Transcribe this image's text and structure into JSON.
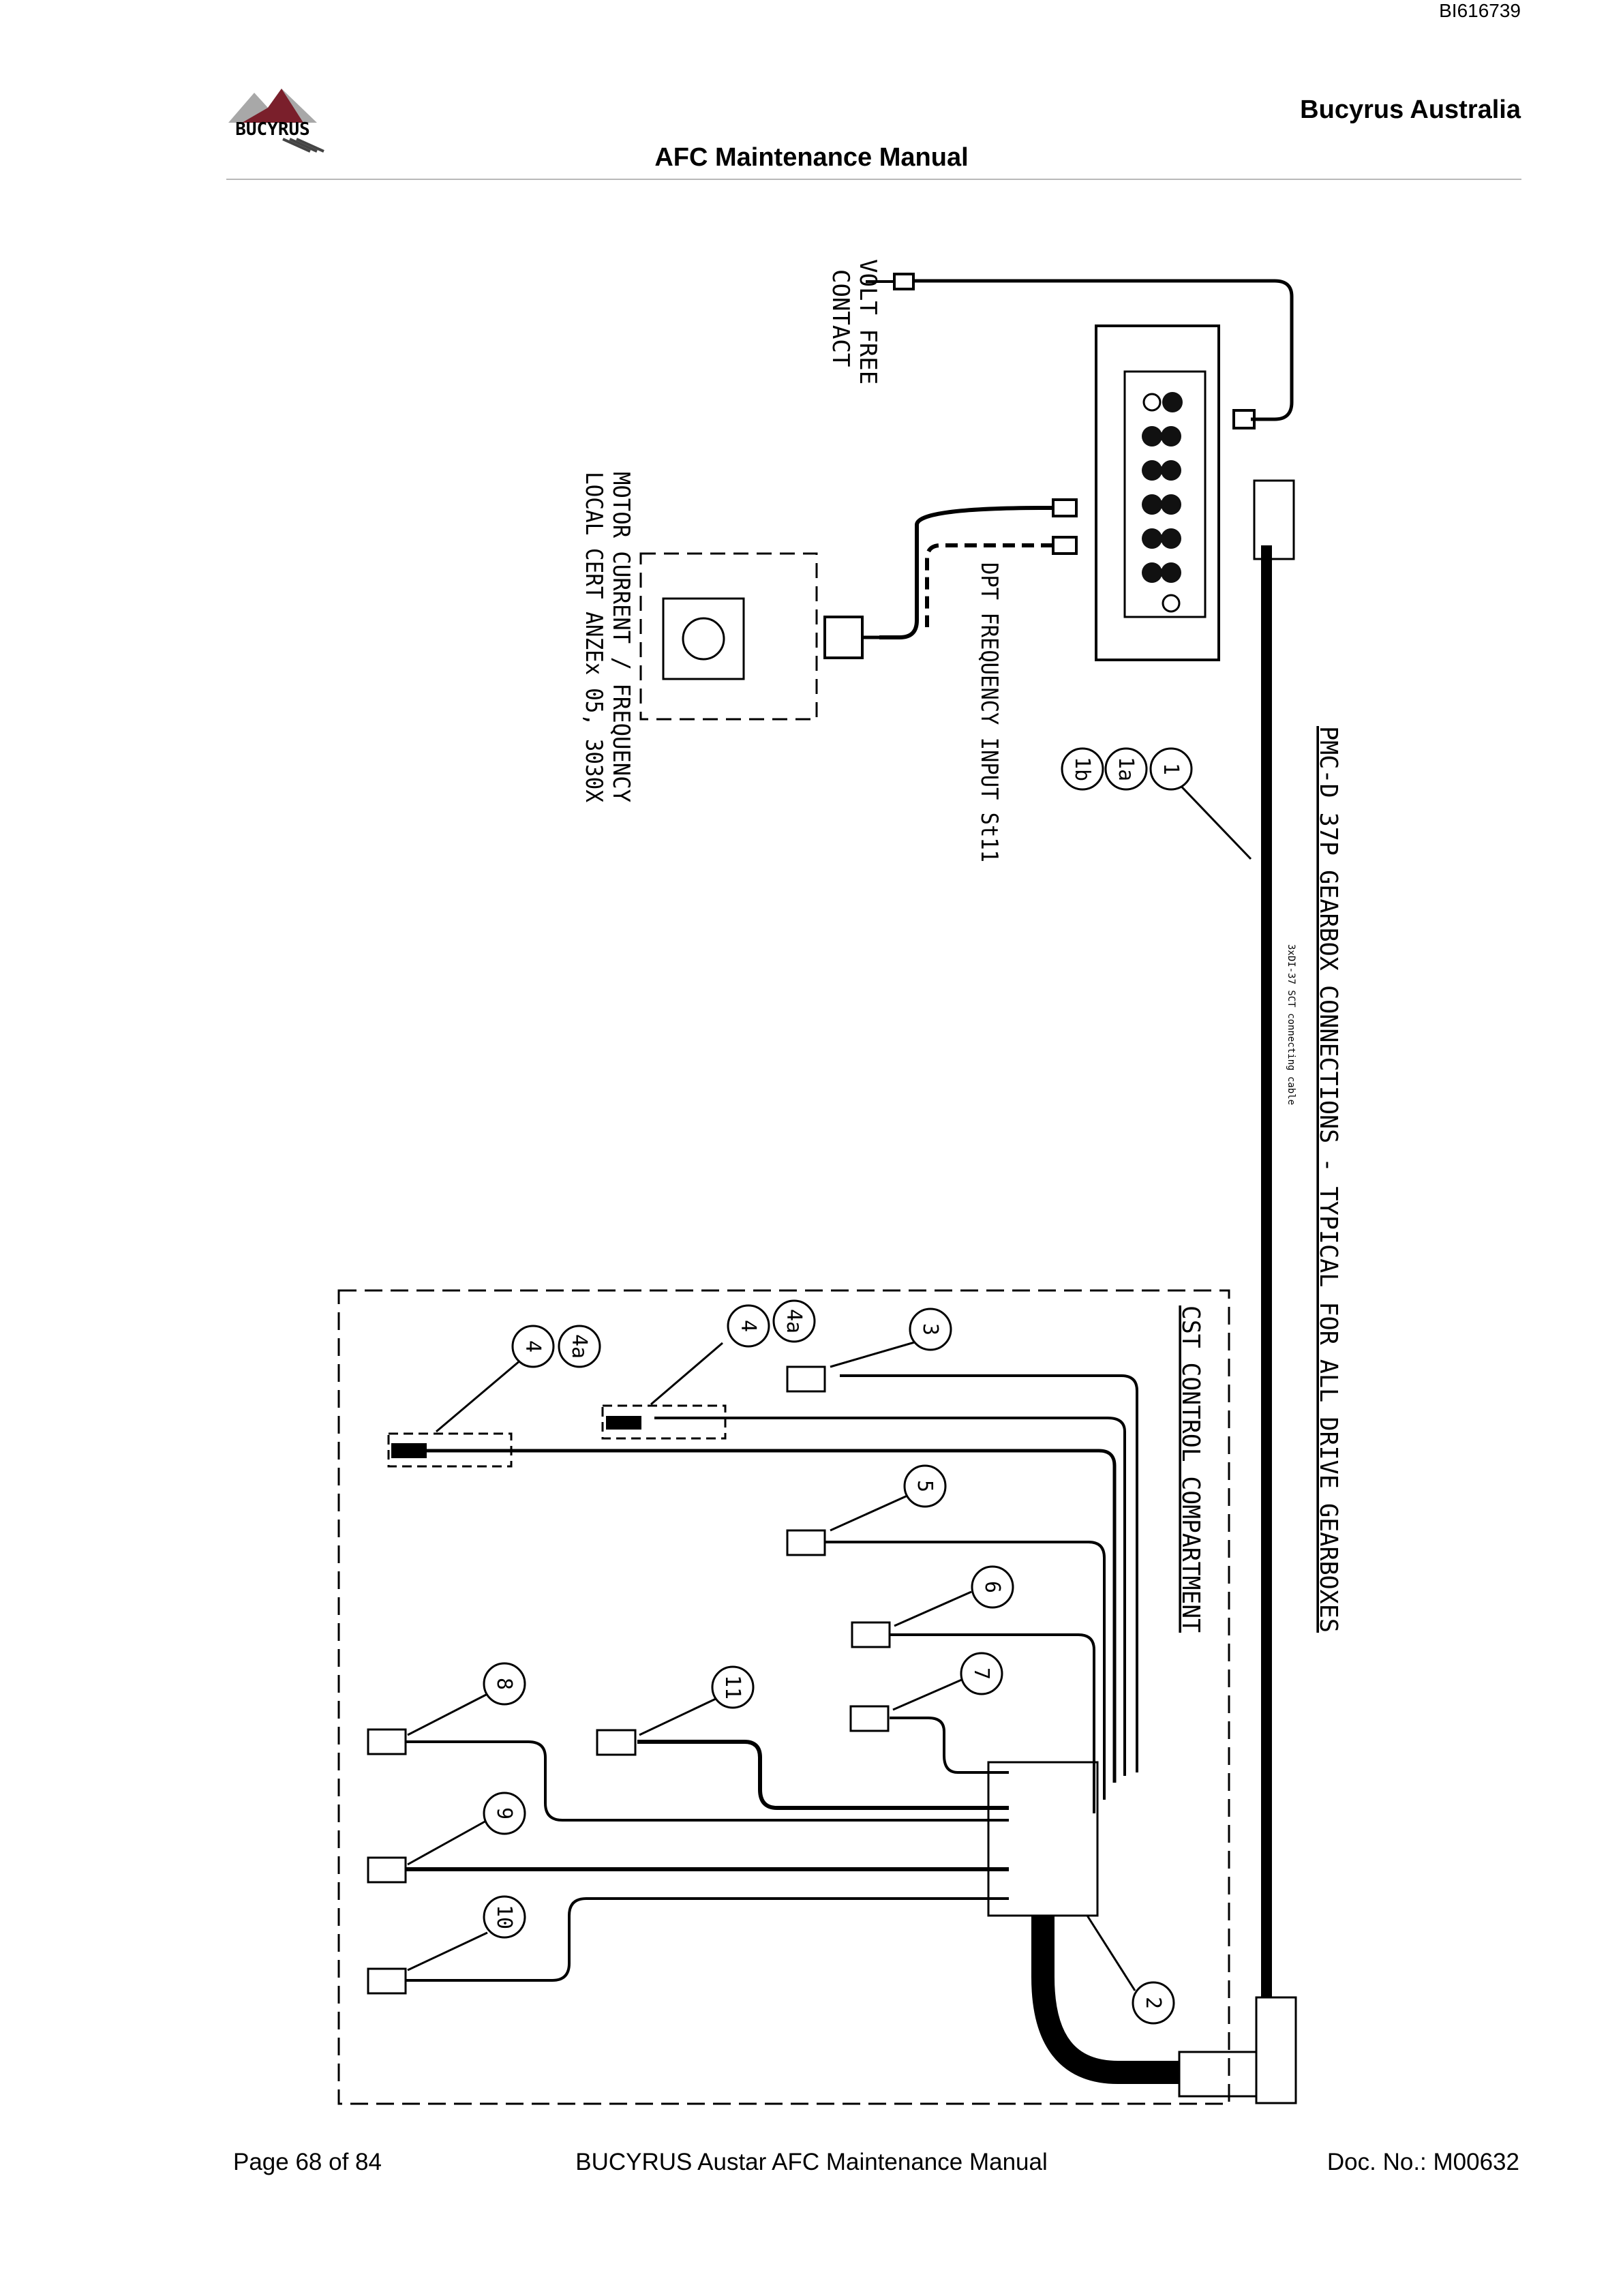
{
  "header": {
    "doc_id": "BI616739",
    "logo_text": "BUCYRUS",
    "company": "Bucyrus Australia",
    "manual_title": "AFC Maintenance Manual"
  },
  "diagram": {
    "title": "PMC-D 37P GEARBOX CONNECTIONS - TYPICAL FOR ALL DRIVE GEARBOXES",
    "cable_note": "3xDI-37 SCT connecting cable",
    "volt_free_line1": "VOLT FREE",
    "volt_free_line2": "CONTACT",
    "motor_line1": "MOTOR CURRENT / FREQUENCY",
    "motor_line2": "LOCAL CERT ANZEx 05, 3030X",
    "dpt_label": "DPT FREQUENCY INPUT St11",
    "cst_label": "CST CONTROL COMPARTMENT",
    "callouts": [
      "1",
      "1a",
      "1b",
      "2",
      "3",
      "4",
      "4a",
      "4",
      "4a",
      "5",
      "6",
      "7",
      "8",
      "9",
      "10",
      "11"
    ]
  },
  "footer": {
    "page": "Page 68 of 84",
    "title": "BUCYRUS Austar AFC Maintenance Manual",
    "doc_no": "Doc. No.: M00632"
  }
}
